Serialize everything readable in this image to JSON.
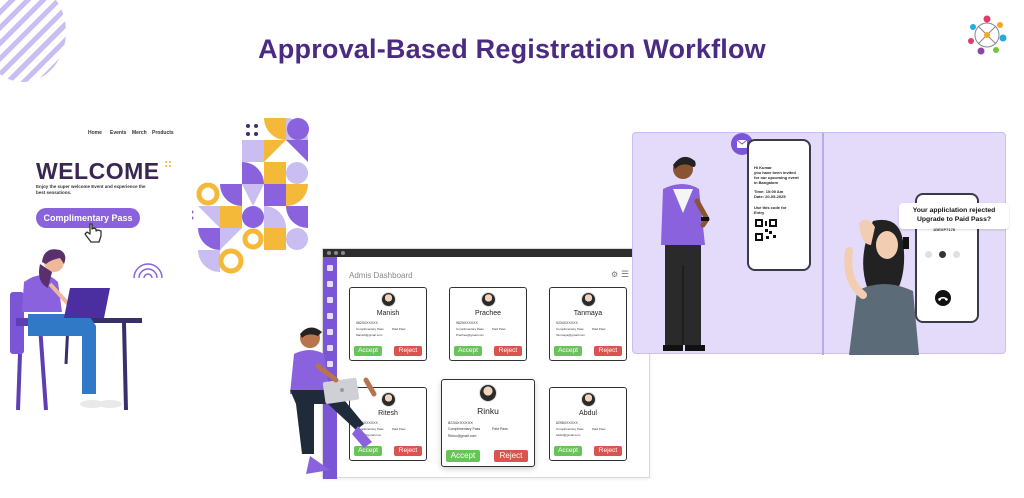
{
  "title": "Approval-Based Registration Workflow",
  "landing": {
    "nav": [
      "Home",
      "Events",
      "Merch",
      "Products"
    ],
    "welcome": "WELCOME",
    "subtitle": "Enjoy the super welcome Event and experience the best sensations.",
    "pass_button": "Complimentary Pass"
  },
  "dashboard": {
    "title": "Admis Dashboard",
    "cards": [
      {
        "name": "Manish",
        "phone": "9620XXXXXX",
        "pass_type": "Complimentary Pass",
        "status": "Paid Pass",
        "email": "Manish@gmail.com",
        "accept": "Accept",
        "reject": "Reject"
      },
      {
        "name": "Prachee",
        "phone": "9625XXXXXX",
        "pass_type": "Complimentary Pass",
        "status": "Paid Pass",
        "email": "Prachee@gmail.com",
        "accept": "Accept",
        "reject": "Reject"
      },
      {
        "name": "Tanmaya",
        "phone": "9234XXXXXX",
        "pass_type": "Complimentary Pass",
        "status": "Paid Pass",
        "email": "Tanmaya@gmail.com",
        "accept": "Accept",
        "reject": "Reject"
      },
      {
        "name": "Ritesh",
        "phone": "9876XXXXXX",
        "pass_type": "Complimentary Pass",
        "status": "Paid Pass",
        "email": "Ritesh@gmail.com",
        "accept": "Accept",
        "reject": "Reject"
      },
      {
        "name": "Rinku",
        "phone": "8234XXXXXX",
        "pass_type": "Complimentary Pass",
        "status": "Paid Pass",
        "email": "Rinku@gmail.com",
        "accept": "Accept",
        "reject": "Reject"
      },
      {
        "name": "Abdul",
        "phone": "8298XXXXXX",
        "pass_type": "Complimentary Pass",
        "status": "Paid Pass",
        "email": "Abdul@gmail.com",
        "accept": "Accept",
        "reject": "Reject"
      }
    ]
  },
  "phone_invite": {
    "greeting": "Hi Kumar",
    "line1": "you have been invited",
    "line2": "for our upcoming event",
    "line3": "in Bangalore",
    "time": "Time: 10:00 Am",
    "date": "Date: 20-05-2025",
    "code_note": "Use this code for Entry"
  },
  "phone_rejected": {
    "message_line1": "Your appliclation rejected",
    "message_line2": "Upgrade to Paid Pass?",
    "code": "1DEXP7178"
  },
  "colors": {
    "brand": "#4b2a82",
    "accent": "#7a56d6",
    "accept": "#6ac35a",
    "reject": "#d9534f"
  }
}
